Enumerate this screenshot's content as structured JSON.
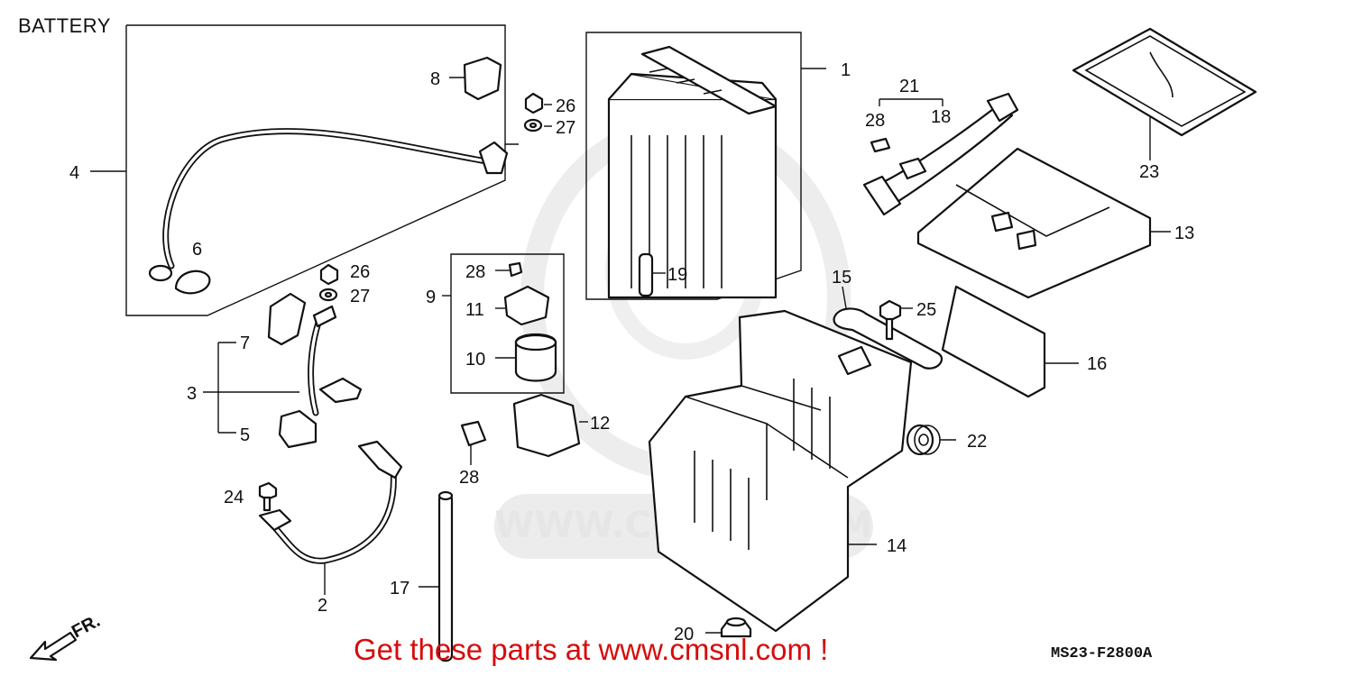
{
  "header": {
    "title": "BATTERY"
  },
  "callouts": [
    {
      "num": "1",
      "name": "battery"
    },
    {
      "num": "2",
      "name": "cable-2"
    },
    {
      "num": "3",
      "name": "cable-3"
    },
    {
      "num": "4",
      "name": "cable-4"
    },
    {
      "num": "5",
      "name": "cover-5"
    },
    {
      "num": "6",
      "name": "cap-6"
    },
    {
      "num": "7",
      "name": "cover-7"
    },
    {
      "num": "8",
      "name": "cover-8"
    },
    {
      "num": "9",
      "name": "group-9"
    },
    {
      "num": "10",
      "name": "relay-10"
    },
    {
      "num": "11",
      "name": "holder-11"
    },
    {
      "num": "12",
      "name": "cover-12"
    },
    {
      "num": "13",
      "name": "cover-13"
    },
    {
      "num": "14",
      "name": "case-14"
    },
    {
      "num": "15",
      "name": "stay-15"
    },
    {
      "num": "16",
      "name": "plate-16"
    },
    {
      "num": "17",
      "name": "tube-17"
    },
    {
      "num": "18",
      "name": "band-18"
    },
    {
      "num": "19",
      "name": "tube-19"
    },
    {
      "num": "20",
      "name": "grommet-20"
    },
    {
      "num": "21",
      "name": "group-21"
    },
    {
      "num": "22",
      "name": "grommet-22"
    },
    {
      "num": "23",
      "name": "sheet-23"
    },
    {
      "num": "24",
      "name": "bolt-24"
    },
    {
      "num": "25",
      "name": "bolt-25"
    },
    {
      "num": "26",
      "name": "nut-26"
    },
    {
      "num": "27",
      "name": "washer-27"
    },
    {
      "num": "28",
      "name": "fuse-28"
    }
  ],
  "footer": {
    "promo": "Get these parts at www.cmsnl.com !",
    "code": "MS23-F2800A",
    "direction": "FR."
  },
  "watermark": {
    "text": "WWW.CMSNL.COM"
  },
  "colors": {
    "promo": "#d60c0c",
    "ink": "#111111",
    "watermark": "#e6e6e6"
  }
}
